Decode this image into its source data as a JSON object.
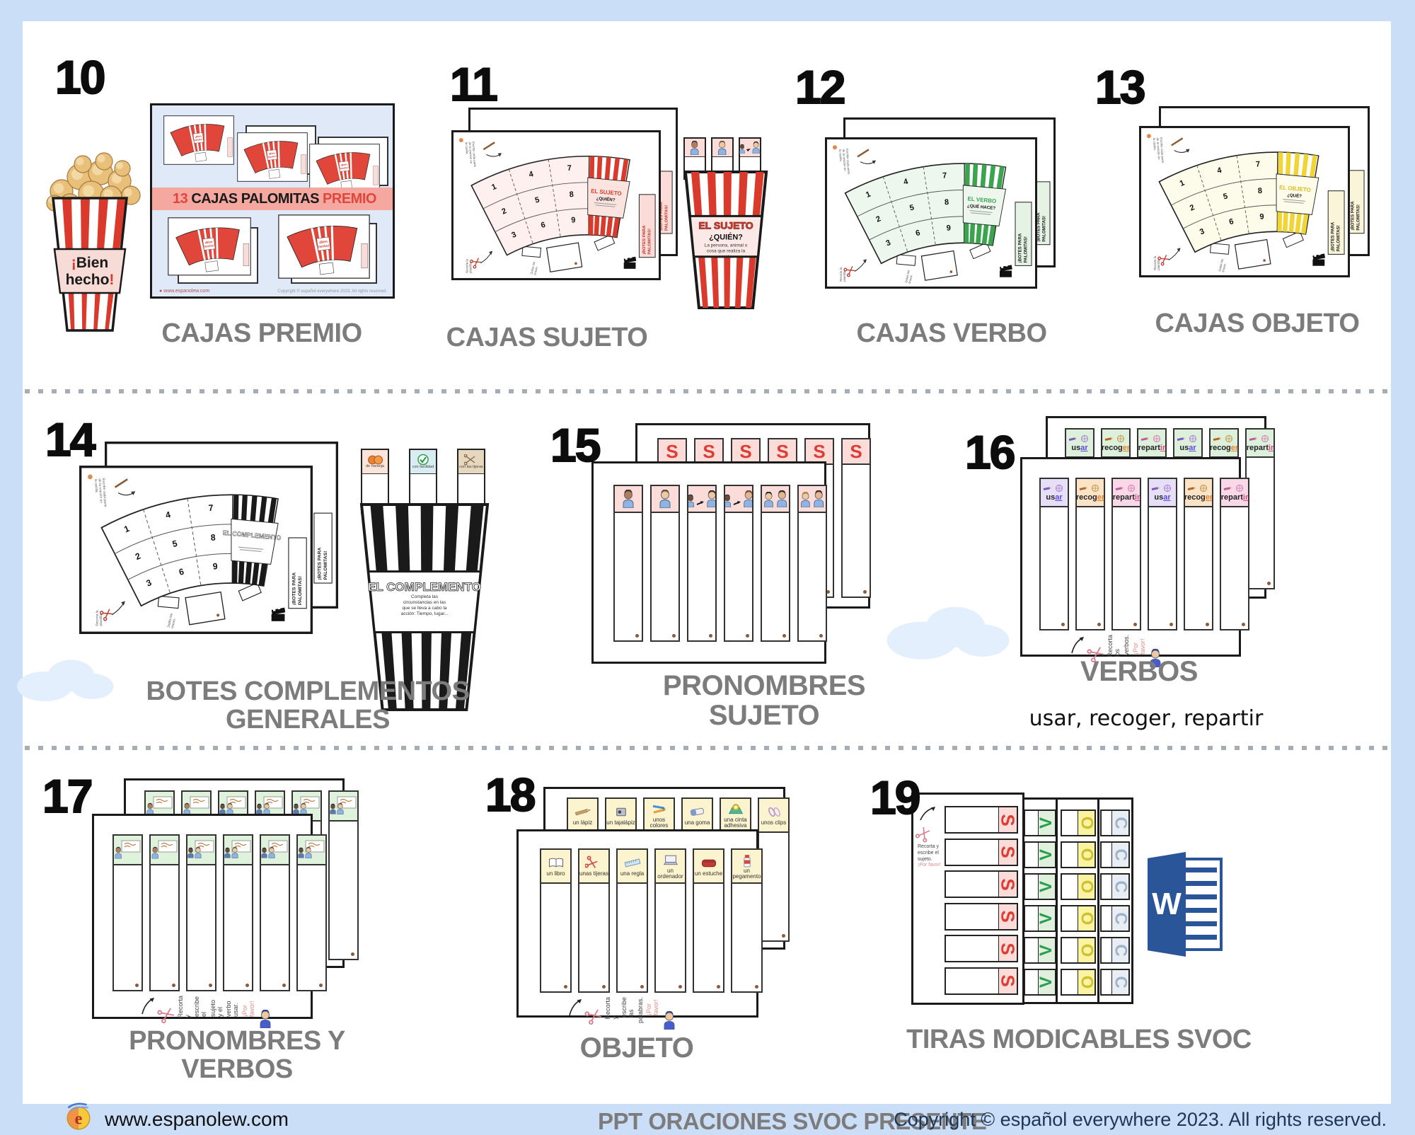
{
  "page": {
    "background": "#cbdef7",
    "content_background": "#ffffff"
  },
  "footer": {
    "logo": "espanol-everywhere-logo",
    "website": "www.espanolew.com",
    "product_title": "PPT ORACIONES SVOC PRESENTE",
    "copyright": "Copyright © español everywhere 2023. All rights reserved."
  },
  "sheet_notes": {
    "write": [
      "Escribe cada parte",
      "de la oración en",
      "la casilla."
    ],
    "cut": [
      "Recorta la",
      "plantilla."
    ],
    "fold": [
      "Dobla las",
      "líneas."
    ],
    "side_label": [
      "¡BOTES PARA",
      "PALOMITAS!"
    ],
    "numbers": [
      "1",
      "2",
      "3",
      "4",
      "5",
      "6",
      "7",
      "8",
      "9"
    ]
  },
  "items": [
    {
      "number": "10",
      "label": "CAJAS PREMIO",
      "popcorn_text": "¡Bien hecho!",
      "banner": {
        "count": "13",
        "middle": "CAJAS PALOMITAS",
        "highlight": "PREMIO"
      }
    },
    {
      "number": "11",
      "label": "CAJAS SUJETO",
      "box_title": "EL SUJETO",
      "box_question": "¿QUIÉN?",
      "box_description": "La persona, animal o cosa que realiza la acción.",
      "pictograms": [
        "person",
        "person",
        "two-people-arrow",
        "two-people-arrow",
        "two-people",
        "two-people"
      ]
    },
    {
      "number": "12",
      "label": "CAJAS VERBO",
      "box_title": "EL VERBO",
      "box_question": "¿QUÉ HACE?"
    },
    {
      "number": "13",
      "label": "CAJAS OBJETO",
      "box_title": "EL OBJETO",
      "box_question": "¿QUÉ?"
    },
    {
      "number": "14",
      "label": "BOTES COMPLEMENTOS GENERALES",
      "box_title": "EL COMPLEMENTO",
      "box_description": "Completa las circunstancias en las que se lleva a cabo la acción: Tiempo, lugar...",
      "cards": [
        "de naranja",
        "con facilidad",
        "con las tijeras"
      ]
    },
    {
      "number": "15",
      "label": "PRONOMBRES SUJETO",
      "letter": "S",
      "pictograms": [
        "person",
        "person",
        "two-people-arrow",
        "two-people-arrow",
        "two-people",
        "two-people"
      ]
    },
    {
      "number": "16",
      "label": "VERBOS",
      "subtitle": "usar, recoger, repartir",
      "verbs": [
        {
          "stem": "us",
          "suffix": "ar"
        },
        {
          "stem": "recog",
          "suffix": "er"
        },
        {
          "stem": "repart",
          "suffix": "ir"
        }
      ],
      "note": [
        "Recorta los",
        "verbos."
      ],
      "note_favor": "¡Por favor!"
    },
    {
      "number": "17",
      "label": "PRONOMBRES Y VERBOS",
      "note": [
        "Recorta y",
        "escribe el",
        "sujeto y el",
        "verbo usar."
      ],
      "note_favor": "¡Por favor!"
    },
    {
      "number": "18",
      "label": "OBJETO",
      "objects_back": [
        "un lápiz",
        "un tajalápiz",
        "unos colores",
        "una goma",
        "una cinta adhesiva",
        "unos clips"
      ],
      "objects_front": [
        "un libro",
        "unas tijeras",
        "una regla",
        "un ordenador",
        "un estuche",
        "un pegamento"
      ],
      "note": [
        "Recorta y",
        "escribe las",
        "palabras."
      ],
      "note_favor": "¡Por favor!"
    },
    {
      "number": "19",
      "label": "TIRAS MODICABLES SVOC",
      "letters": [
        "S",
        "V",
        "O",
        "C"
      ],
      "note": [
        "Recorta y",
        "escribe el",
        "sujeto."
      ],
      "note_favor": "¡Por favor!",
      "word_icon": "microsoft-word-icon"
    }
  ],
  "icons": [
    "popcorn-box-icon",
    "scissors-icon",
    "pencil-icon",
    "person-pictogram",
    "whiteboard-icon",
    "orange-icon",
    "check-icon",
    "cloud-shape",
    "microsoft-word-icon",
    "clapperboard-icon"
  ]
}
